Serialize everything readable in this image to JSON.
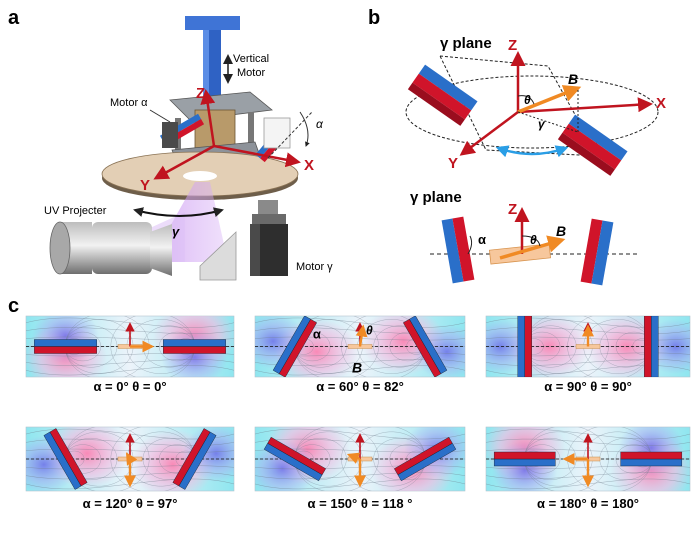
{
  "panels": {
    "a": {
      "letter": "a",
      "labels": {
        "vertical_motor": [
          "Vertical",
          "Motor"
        ],
        "motor_alpha": "Motor α",
        "uv_projector": "UV Projecter",
        "motor_gamma": "Motor γ",
        "z": "Z",
        "x": "X",
        "y": "Y",
        "alpha": "α",
        "gamma": "γ"
      }
    },
    "b": {
      "letter": "b",
      "top": {
        "plane_title": "γ plane",
        "z": "Z",
        "x": "X",
        "y": "Y",
        "b": "B",
        "theta": "θ",
        "gamma": "γ"
      },
      "bottom": {
        "plane_title": "γ plane",
        "z": "Z",
        "b": "B",
        "alpha": "α",
        "theta": "θ"
      }
    },
    "c": {
      "letter": "c",
      "subpanels": [
        {
          "caption": "α  = 0°  θ = 0°",
          "alpha": 0,
          "theta": 0
        },
        {
          "caption": "α  = 60°  θ = 82°",
          "alpha": 60,
          "theta": 82,
          "labels": {
            "alpha": "α",
            "theta": "θ",
            "b": "B"
          }
        },
        {
          "caption": "α  = 90°  θ = 90°",
          "alpha": 90,
          "theta": 90
        },
        {
          "caption": "α = 120°  θ = 97°",
          "alpha": 120,
          "theta": 97
        },
        {
          "caption": "α  = 150°  θ = 118 °",
          "alpha": 150,
          "theta": 118
        },
        {
          "caption": "α  = 180°  θ = 180°",
          "alpha": 180,
          "theta": 180
        }
      ]
    }
  },
  "colors": {
    "magnet_red": "#d0142a",
    "magnet_blue": "#2a6fc9",
    "axis_red": "#c0141f",
    "orange": "#f08a24",
    "field_cyan": "#7fe3ee",
    "field_pink": "#f4b0d8"
  }
}
